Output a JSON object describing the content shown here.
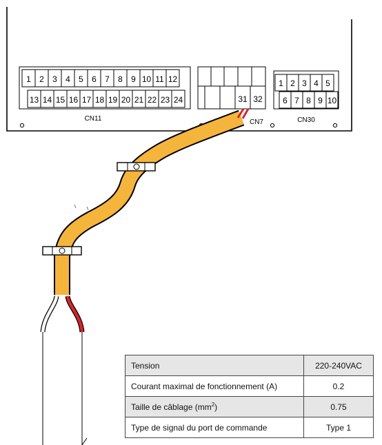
{
  "connectors": {
    "cn11": {
      "label": "CN11",
      "top_pins": [
        "1",
        "2",
        "3",
        "4",
        "5",
        "6",
        "7",
        "8",
        "9",
        "10",
        "11",
        "12"
      ],
      "bottom_pins": [
        "13",
        "14",
        "15",
        "16",
        "17",
        "18",
        "19",
        "20",
        "21",
        "22",
        "23",
        "24"
      ]
    },
    "cn7": {
      "label": "CN7",
      "pins": [
        "31",
        "32"
      ]
    },
    "cn30": {
      "label": "CN30",
      "top_pins": [
        "1",
        "2",
        "3",
        "4",
        "5"
      ],
      "bottom_pins": [
        "6",
        "7",
        "8",
        "9",
        "10"
      ]
    }
  },
  "wire_colors": {
    "sheath": "#f5b43c",
    "live": "#d6262a",
    "neutral": "#ffffff"
  },
  "spec_table": [
    {
      "label": "Tension",
      "value": "220-240VAC"
    },
    {
      "label": "Courant maximal de fonctionnement (A)",
      "value": "0.2"
    },
    {
      "label": "Taille de câblage (mm",
      "label_sup": "2",
      "label_after": ")",
      "value": "0.75"
    },
    {
      "label": "Type de signal du port de commande",
      "value": "Type 1"
    }
  ]
}
